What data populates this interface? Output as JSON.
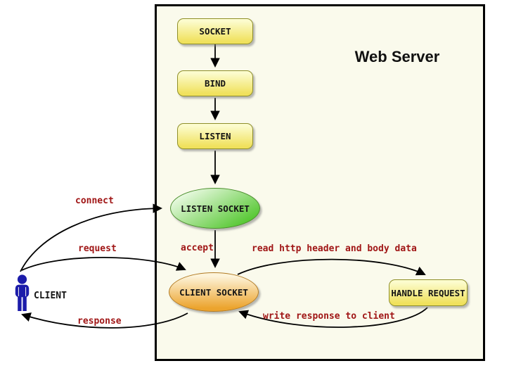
{
  "diagram": {
    "title": "Web Server",
    "nodes": {
      "socket": {
        "label": "SOCKET"
      },
      "bind": {
        "label": "BIND"
      },
      "listen": {
        "label": "LISTEN"
      },
      "listen_socket": {
        "label": "LISTEN SOCKET"
      },
      "client_socket": {
        "label": "CLIENT SOCKET"
      },
      "handle_request": {
        "label": "HANDLE REQUEST"
      },
      "client": {
        "label": "CLIENT"
      }
    },
    "edges": {
      "connect": {
        "label": "connect",
        "from": "client",
        "to": "listen_socket"
      },
      "request": {
        "label": "request",
        "from": "client",
        "to": "client_socket"
      },
      "response": {
        "label": "response",
        "from": "client_socket",
        "to": "client"
      },
      "accept": {
        "label": "accept",
        "from": "listen_socket",
        "to": "client_socket"
      },
      "read_http": {
        "label": "read http header and body data",
        "from": "client_socket",
        "to": "handle_request"
      },
      "write_response": {
        "label": "write response to client",
        "from": "handle_request",
        "to": "client_socket"
      }
    },
    "colors": {
      "canvas_bg": "#fafaec",
      "node_yellow_top": "#fcfcce",
      "node_yellow_bottom": "#f0e15c",
      "node_yellow_border": "#8f8f2a",
      "ellipse_green_bottom": "#52c62e",
      "ellipse_green_border": "#4d8f2f",
      "ellipse_orange_top": "#fdf4da",
      "ellipse_orange_bottom": "#eca42e",
      "ellipse_orange_border": "#b27b24",
      "label_red": "#a01616",
      "client_blue": "#1c1caa",
      "arrow_black": "#000000"
    }
  }
}
